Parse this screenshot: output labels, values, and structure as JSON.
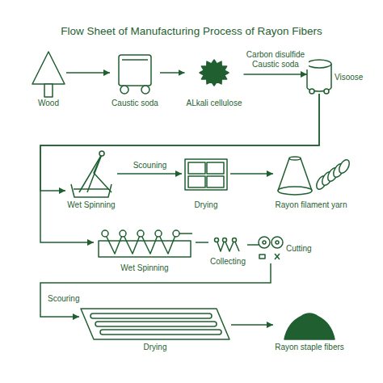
{
  "diagram": {
    "title": "Flow Sheet of Manufacturing Process of Rayon Fibers",
    "nodes": [
      {
        "text": [
          "Wood"
        ]
      },
      {
        "text": [
          "Caustic soda"
        ]
      },
      {
        "text": [
          "ALkali cellulose"
        ]
      },
      {
        "text": [
          "Visoose"
        ]
      },
      {
        "text": [
          "Wet Spinning"
        ]
      },
      {
        "text": [
          "Drying"
        ]
      },
      {
        "text": [
          "Rayon filament yarn"
        ]
      },
      {
        "text": [
          "Wet Spinning"
        ]
      },
      {
        "text": [
          "Collecting"
        ]
      },
      {
        "text": [
          "Cutting"
        ]
      },
      {
        "text": [
          "Drying"
        ]
      },
      {
        "text": [
          "Rayon staple fibers"
        ]
      }
    ],
    "edges": [
      {
        "from": 0,
        "to": 1,
        "arrow": "to"
      },
      {
        "from": 1,
        "to": 2,
        "arrow": "to"
      },
      {
        "from": 2,
        "to": 3,
        "label": "Carbon disulfide Caustic soda",
        "arrow": "to"
      },
      {
        "from": 3,
        "to": 4,
        "arrow": "to"
      },
      {
        "from": 3,
        "to": 7,
        "arrow": "to"
      },
      {
        "from": 4,
        "to": 5,
        "label": "Scouning",
        "arrow": "to"
      },
      {
        "from": 5,
        "to": 6,
        "arrow": "to"
      },
      {
        "from": 7,
        "to": 8,
        "arrow": "none"
      },
      {
        "from": 8,
        "to": 9,
        "arrow": "none"
      },
      {
        "from": 9,
        "to": 10,
        "label": "Scouring",
        "arrow": "to"
      },
      {
        "from": 10,
        "to": 11,
        "arrow": "to"
      }
    ]
  }
}
